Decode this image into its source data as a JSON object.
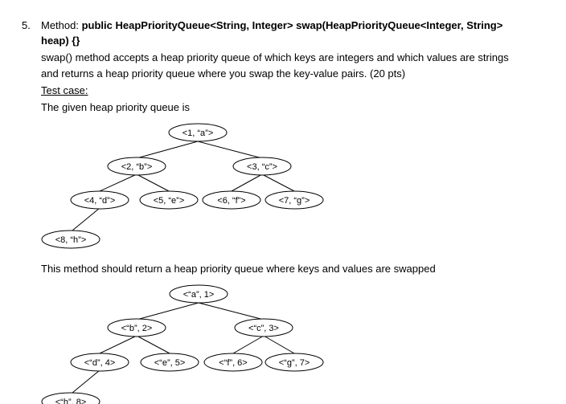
{
  "question": {
    "number": "5.",
    "method_prefix": "Method: ",
    "signature_line1": "public HeapPriorityQueue<String, Integer> swap(HeapPriorityQueue<Integer, String>",
    "signature_line2": "heap) {}",
    "description_line1": "swap() method accepts a heap priority queue of which keys are integers and which values are strings",
    "description_line2": "and returns a heap priority queue where you swap the key-value pairs. (20 pts)",
    "test_case_label": "Test case:",
    "given_text": "The given heap priority queue is",
    "return_text": "This method should return a heap priority queue where keys and values are swapped"
  },
  "given_tree": {
    "nodes": [
      "<1, “a”>",
      "<2, “b”>",
      "<3, “c”>",
      "<4, “d”>",
      "<5, “e”>",
      "<6, “f”>",
      "<7, “g”>",
      "<8, “h”>"
    ]
  },
  "swapped_tree": {
    "nodes": [
      "<“a”, 1>",
      "<“b”, 2>",
      "<“c”, 3>",
      "<“d”, 4>",
      "<“e”, 5>",
      "<“f”, 6>",
      "<“g”, 7>",
      "<“h”, 8>"
    ]
  }
}
